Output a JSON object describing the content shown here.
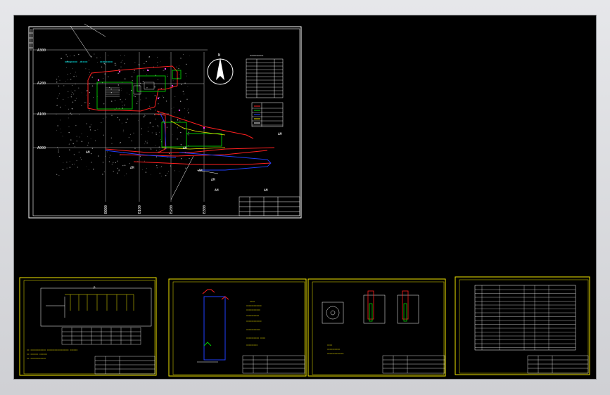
{
  "viewer": {
    "background": "#d9dadd",
    "canvas_color": "#000000"
  },
  "main_sheet": {
    "grid_labels_left": [
      "A300",
      "A200",
      "A100",
      "A000"
    ],
    "grid_labels_bottom": [
      "B000",
      "B100",
      "B200",
      "B300"
    ],
    "north_label": "N",
    "callout_label": "A Y-J"
  },
  "sub_sheets": [
    {
      "id": "sheet-1",
      "title": "P"
    },
    {
      "id": "sheet-2",
      "title": ""
    },
    {
      "id": "sheet-3",
      "title": ""
    },
    {
      "id": "sheet-4",
      "title": ""
    }
  ],
  "colors": {
    "sheet_border_white": "#ffffff",
    "sheet_border_yellow": "#f2e600",
    "red": "#ff2020",
    "green": "#00d000",
    "cyan": "#00e0e0",
    "blue": "#2040ff",
    "magenta": "#ff40ff",
    "grey": "#8a8a8a"
  }
}
